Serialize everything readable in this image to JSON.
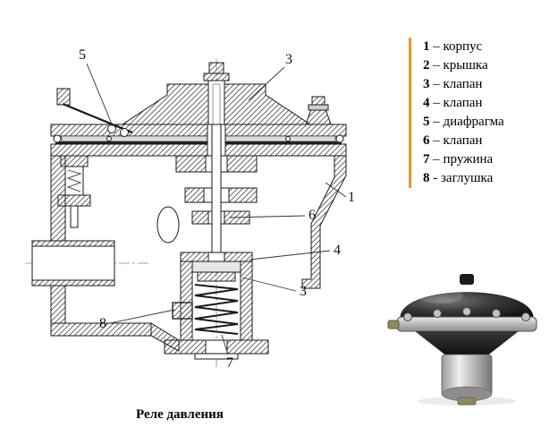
{
  "caption": "Реле давления",
  "legend": {
    "accent_color": "#E59728",
    "items": [
      {
        "num": "1",
        "text": "– корпус"
      },
      {
        "num": "2",
        "text": "– крышка"
      },
      {
        "num": "3",
        "text": "– клапан"
      },
      {
        "num": "4",
        "text": "– клапан"
      },
      {
        "num": "5",
        "text": "– диафрагма"
      },
      {
        "num": "6",
        "text": "– клапан"
      },
      {
        "num": "7",
        "text": "– пружина"
      },
      {
        "num": "8",
        "text": "- заглушка"
      }
    ]
  },
  "callouts": {
    "diaphragm": "5",
    "cover_valve": "3",
    "body": "1",
    "valve_mid": "6",
    "valve_lower": "4",
    "valve_bottom": "3",
    "plug": "8",
    "spring": "7"
  }
}
